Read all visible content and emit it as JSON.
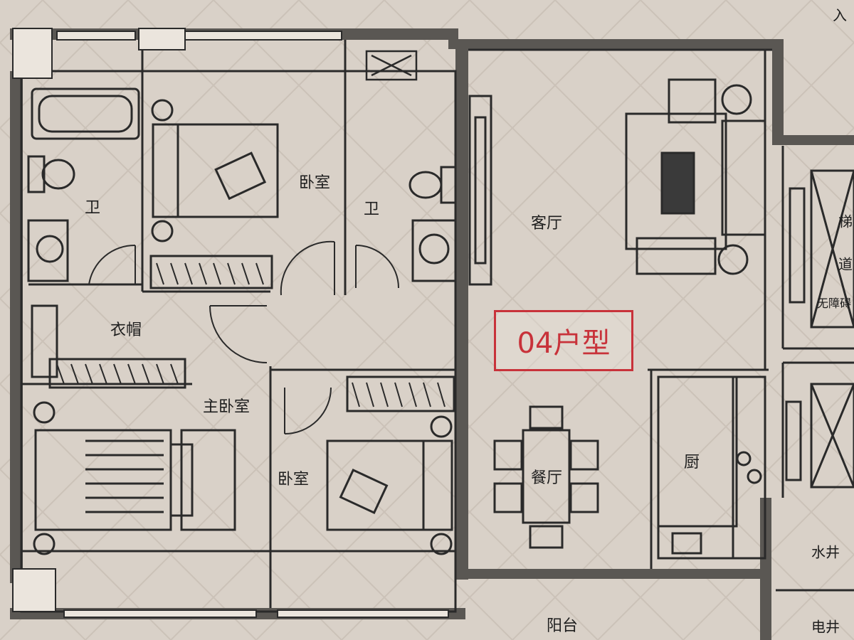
{
  "unit_type": "04户型",
  "rooms": {
    "bath_left": "卫",
    "bedroom_top": "卧室",
    "bath_middle": "卫",
    "living": "客厅",
    "closet": "衣帽",
    "master_bedroom": "主卧室",
    "bedroom_bottom": "卧室",
    "dining": "餐厅",
    "kitchen": "厨",
    "balcony": "阳台",
    "water_shaft": "水井",
    "electric_shaft": "电井",
    "entrance_partial": "入",
    "corridor_partial_1": "梯",
    "corridor_partial_2": "道",
    "corridor_partial_3": "无障碍"
  },
  "colors": {
    "paper": "#d9d1c8",
    "wall": "#55524f",
    "line": "#2a2a2a",
    "accent": "#c8323a"
  }
}
